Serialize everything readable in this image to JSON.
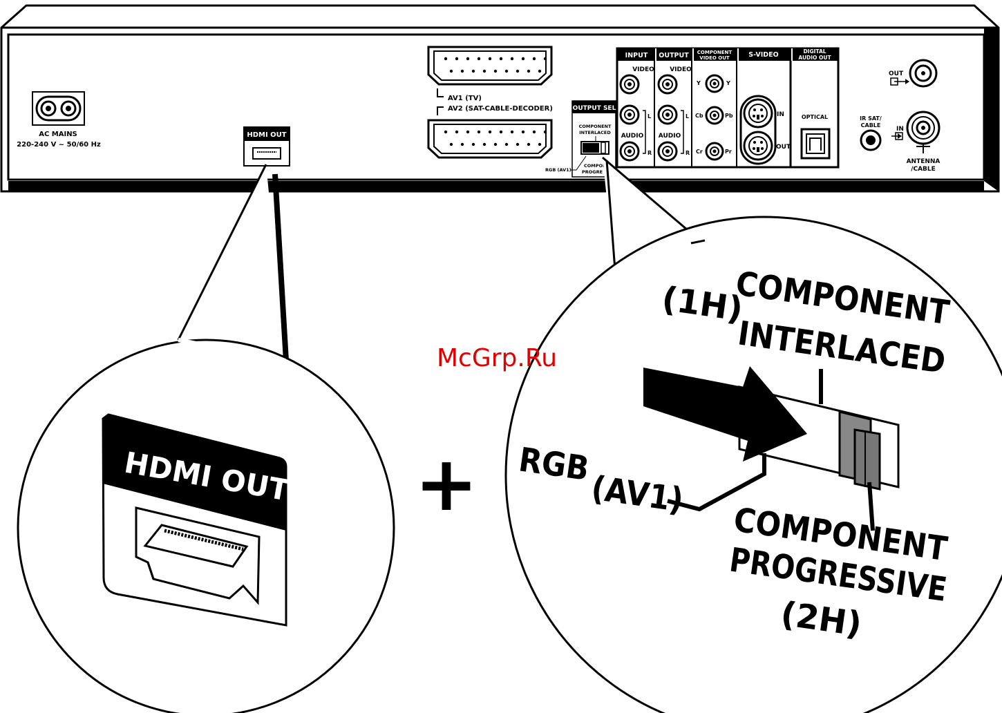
{
  "panel": {
    "ac_mains": "AC MAINS",
    "ac_voltage": "220-240 V ~ 50/60 Hz",
    "hdmi_out": "HDMI OUT",
    "av1": "AV1 (TV)",
    "av2": "AV2 (SAT-CABLE-DECODER)",
    "output_sel": "OUTPUT SEL",
    "component_interlaced_1": "COMPONENT",
    "component_interlaced_2": "INTERLACED",
    "rgb_av1": "RGB (AV1)",
    "component_progressive_1": "COMPON",
    "component_progressive_2": "PROGRE",
    "input": "INPUT",
    "output": "OUTPUT",
    "component_video_out_1": "COMPONENT",
    "component_video_out_2": "VIDEO OUT",
    "s_video": "S-VIDEO",
    "digital_audio_out_1": "DIGITAL",
    "digital_audio_out_2": "AUDIO OUT",
    "video": "VIDEO",
    "audio": "AUDIO",
    "l": "L",
    "r": "R",
    "y": "Y",
    "pb": "Pb",
    "pr": "Pr",
    "cb": "Cb",
    "cr": "Cr",
    "in": "IN",
    "out": "OUT",
    "optical": "OPTICAL",
    "ir_sat_1": "IR SAT/",
    "ir_sat_2": "CABLE",
    "ant_out": "OUT",
    "ant_in": "IN",
    "antenna_1": "ANTENNA",
    "antenna_2": "/CABLE"
  },
  "zoom_left": {
    "hdmi_out": "HDMI OUT"
  },
  "zoom_right": {
    "one_h": "(1H)",
    "component_1": "COMPONENT",
    "interlaced": "INTERLACED",
    "rgb": "RGB",
    "av1": "(AV1)",
    "component_2": "COMPONENT",
    "progressive": "PROGRESSIVE",
    "two_h": "(2H)"
  },
  "plus": "+",
  "watermark": "McGrp.Ru",
  "colors": {
    "watermark": "#e00000",
    "ink": "#000000",
    "paper": "#ffffff"
  }
}
